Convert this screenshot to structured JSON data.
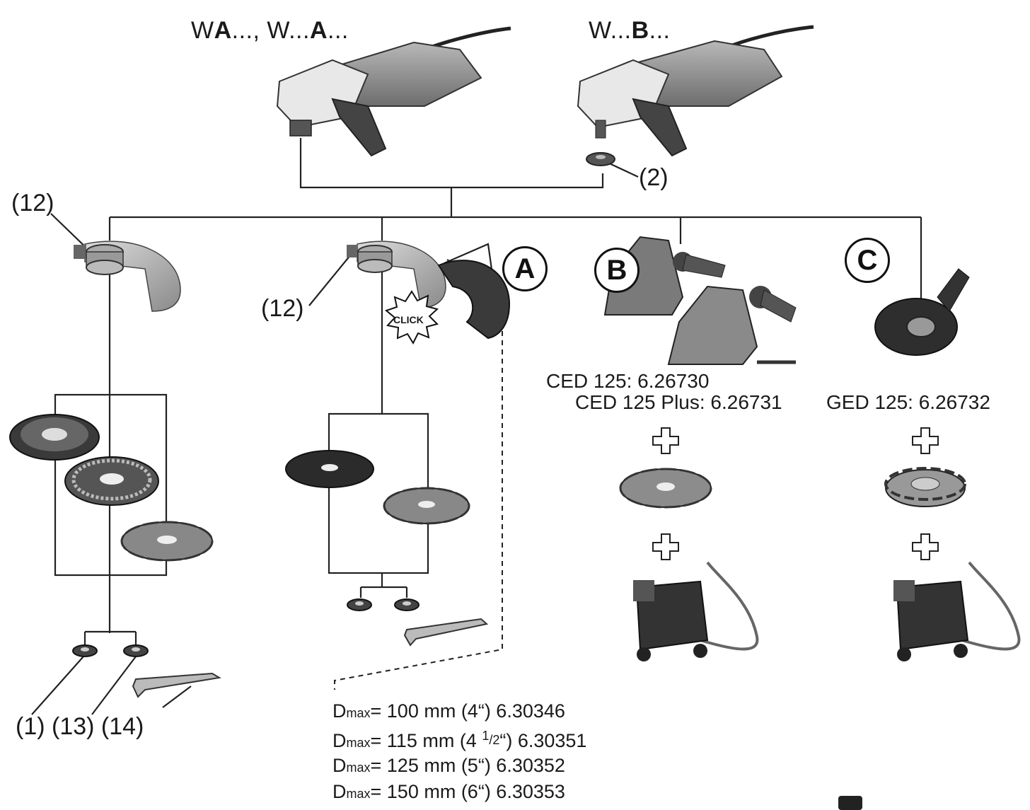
{
  "models": {
    "a": {
      "p1": "W",
      "b1": "A",
      "p2": "..., W...",
      "b2": "A",
      "p3": "..."
    },
    "b": {
      "p1": "W...",
      "b1": "B",
      "p2": "..."
    }
  },
  "callouts": {
    "flange": "(2)",
    "guard_left": "(12)",
    "guard_mid": "(12)",
    "bottom": "(1) (13) (14)",
    "click": "CLICK"
  },
  "badges": {
    "a": "A",
    "b": "B",
    "c": "C"
  },
  "kits": {
    "ced": "CED 125: 6.26730",
    "ced_plus": "CED 125 Plus: 6.26731",
    "ged": "GED 125: 6.26732"
  },
  "dmax": [
    {
      "sym": "D",
      "sub": "max",
      "pre": "= 100 mm (4“) 6.30346"
    },
    {
      "sym": "D",
      "sub": "max",
      "pre": "= 115 mm (4 ",
      "frac_num": "1",
      "frac_den": "/2",
      "post": "“) 6.30351"
    },
    {
      "sym": "D",
      "sub": "max",
      "pre": "= 125 mm (5“) 6.30352"
    },
    {
      "sym": "D",
      "sub": "max",
      "pre": "= 150 mm (6“) 6.30353"
    }
  ]
}
